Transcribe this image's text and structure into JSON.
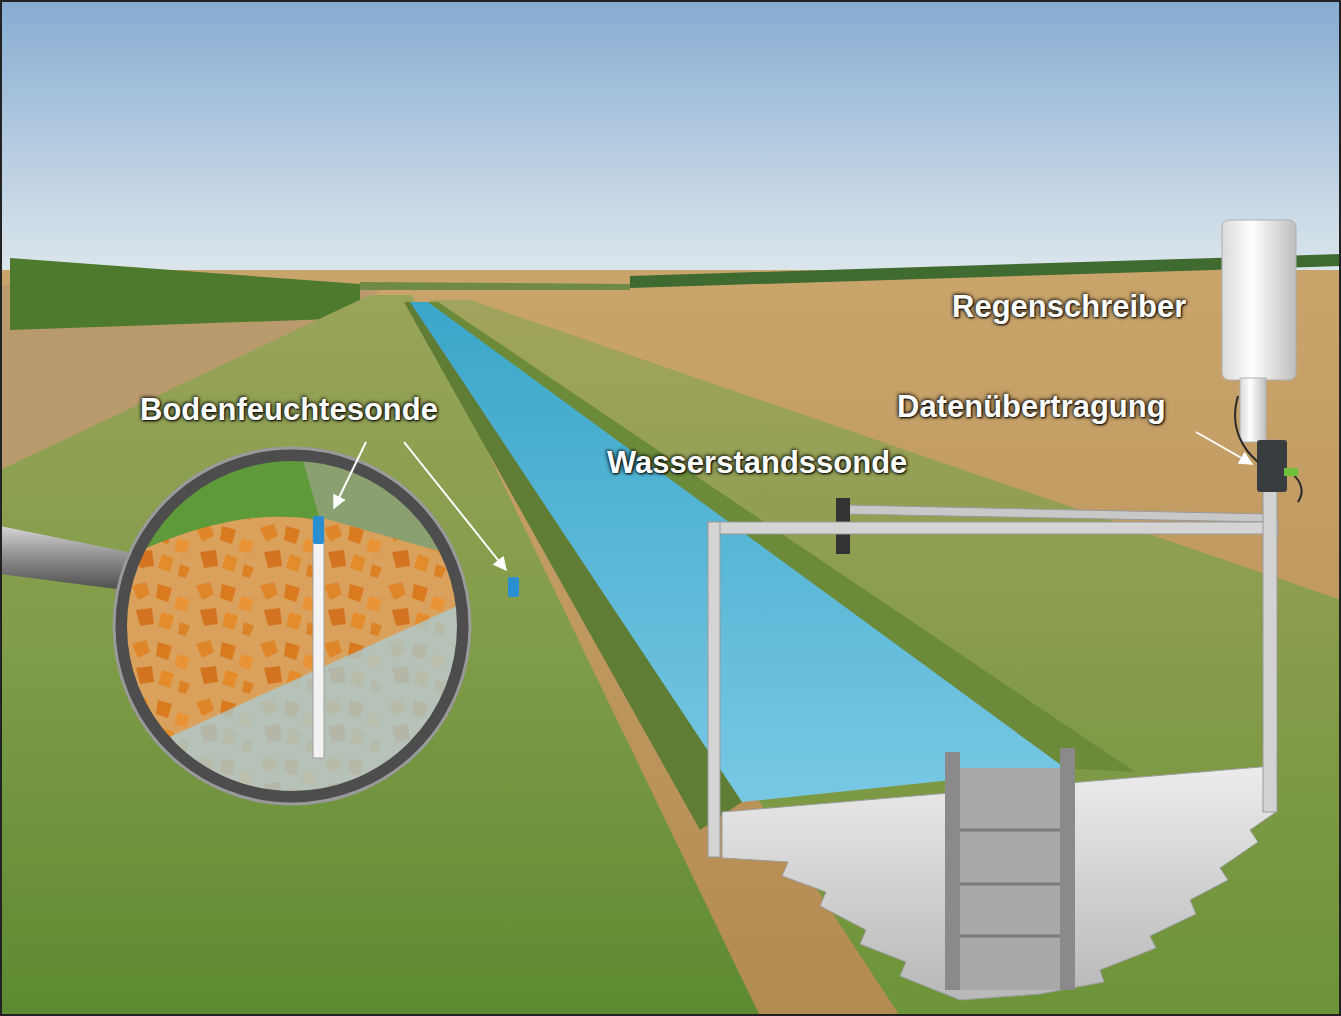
{
  "diagram": {
    "labels": [
      "Regenschreiber",
      "Bodenfeuchtesonde",
      "Datenübertragung",
      "Wasserstandssonde"
    ]
  }
}
